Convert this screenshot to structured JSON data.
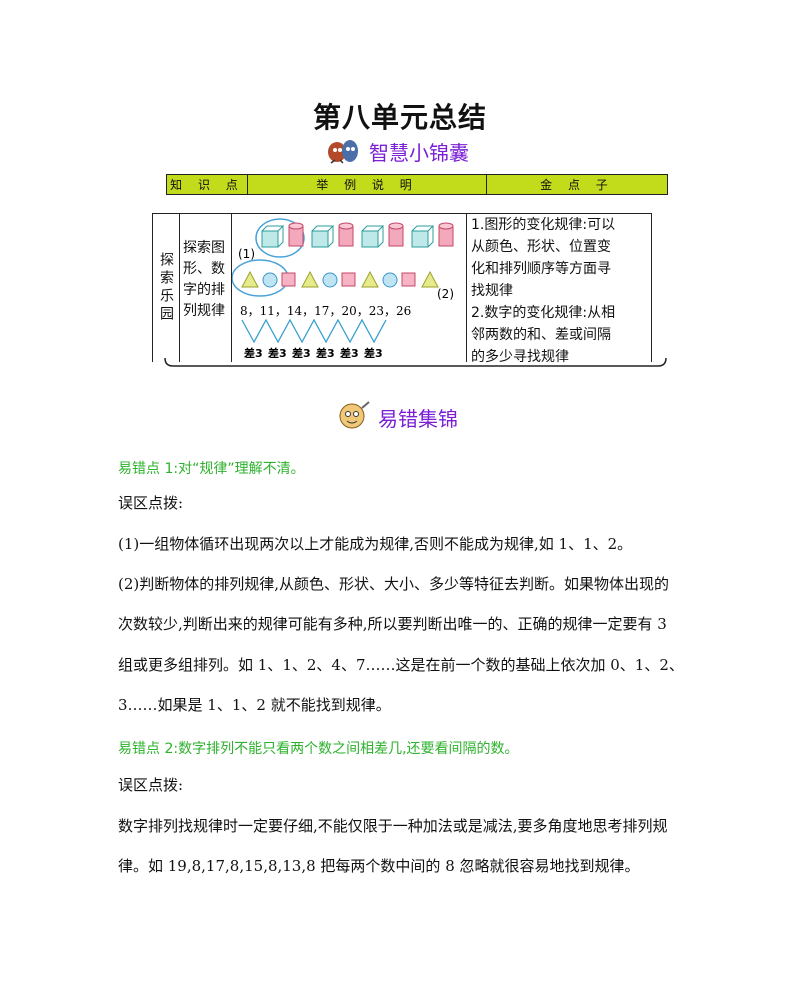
{
  "title": "第八单元总结",
  "section1": {
    "label": "智慧小锦囊",
    "icon": "mascot-icon"
  },
  "table_header": [
    "知 识 点",
    "举 例 说 明",
    "金 点 子"
  ],
  "table": {
    "category": "探索乐园",
    "topic": [
      "探索图",
      "形、数",
      "字的排",
      "列规律"
    ],
    "example_label_1": "(1)",
    "example_label_2": "(2)",
    "sequence": "8，11，14，17，20，23，26",
    "diffs": [
      "差3",
      "差3",
      "差3",
      "差3",
      "差3",
      "差3"
    ],
    "tips": [
      "1.图形的变化规律:可以",
      "从颜色、形状、位置变",
      "化和排列顺序等方面寻",
      "找规律",
      "2.数字的变化规律:从相",
      "邻两数的和、差或间隔",
      "的多少寻找规律"
    ]
  },
  "section2": {
    "label": "易错集锦",
    "icon": "mascot-icon"
  },
  "body": {
    "point1": "易错点 1:对“规律”理解不清。",
    "analysis1": "误区点拨:",
    "line1": "(1)一组物体循环出现两次以上才能成为规律,否则不能成为规律,如 1、1、2。",
    "line2": "(2)判断物体的排列规律,从颜色、形状、大小、多少等特征去判断。如果物体出现的",
    "line3": "次数较少,判断出来的规律可能有多种,所以要判断出唯一的、正确的规律一定要有 3",
    "line4": "组或更多组排列。如 1、1、2、4、7……这是在前一个数的基础上依次加 0、1、2、",
    "line5": "3……如果是 1、1、2 就不能找到规律。",
    "point2": "易错点 2:数字排列不能只看两个数之间相差几,还要看间隔的数。",
    "analysis2": "误区点拨:",
    "line6": "数字排列找规律时一定要仔细,不能仅限于一种加法或是减法,要多角度地思考排列规",
    "line7": "律。如 19,8,17,8,15,8,13,8 把每两个数中间的 8 忽略就很容易地找到规律。"
  }
}
